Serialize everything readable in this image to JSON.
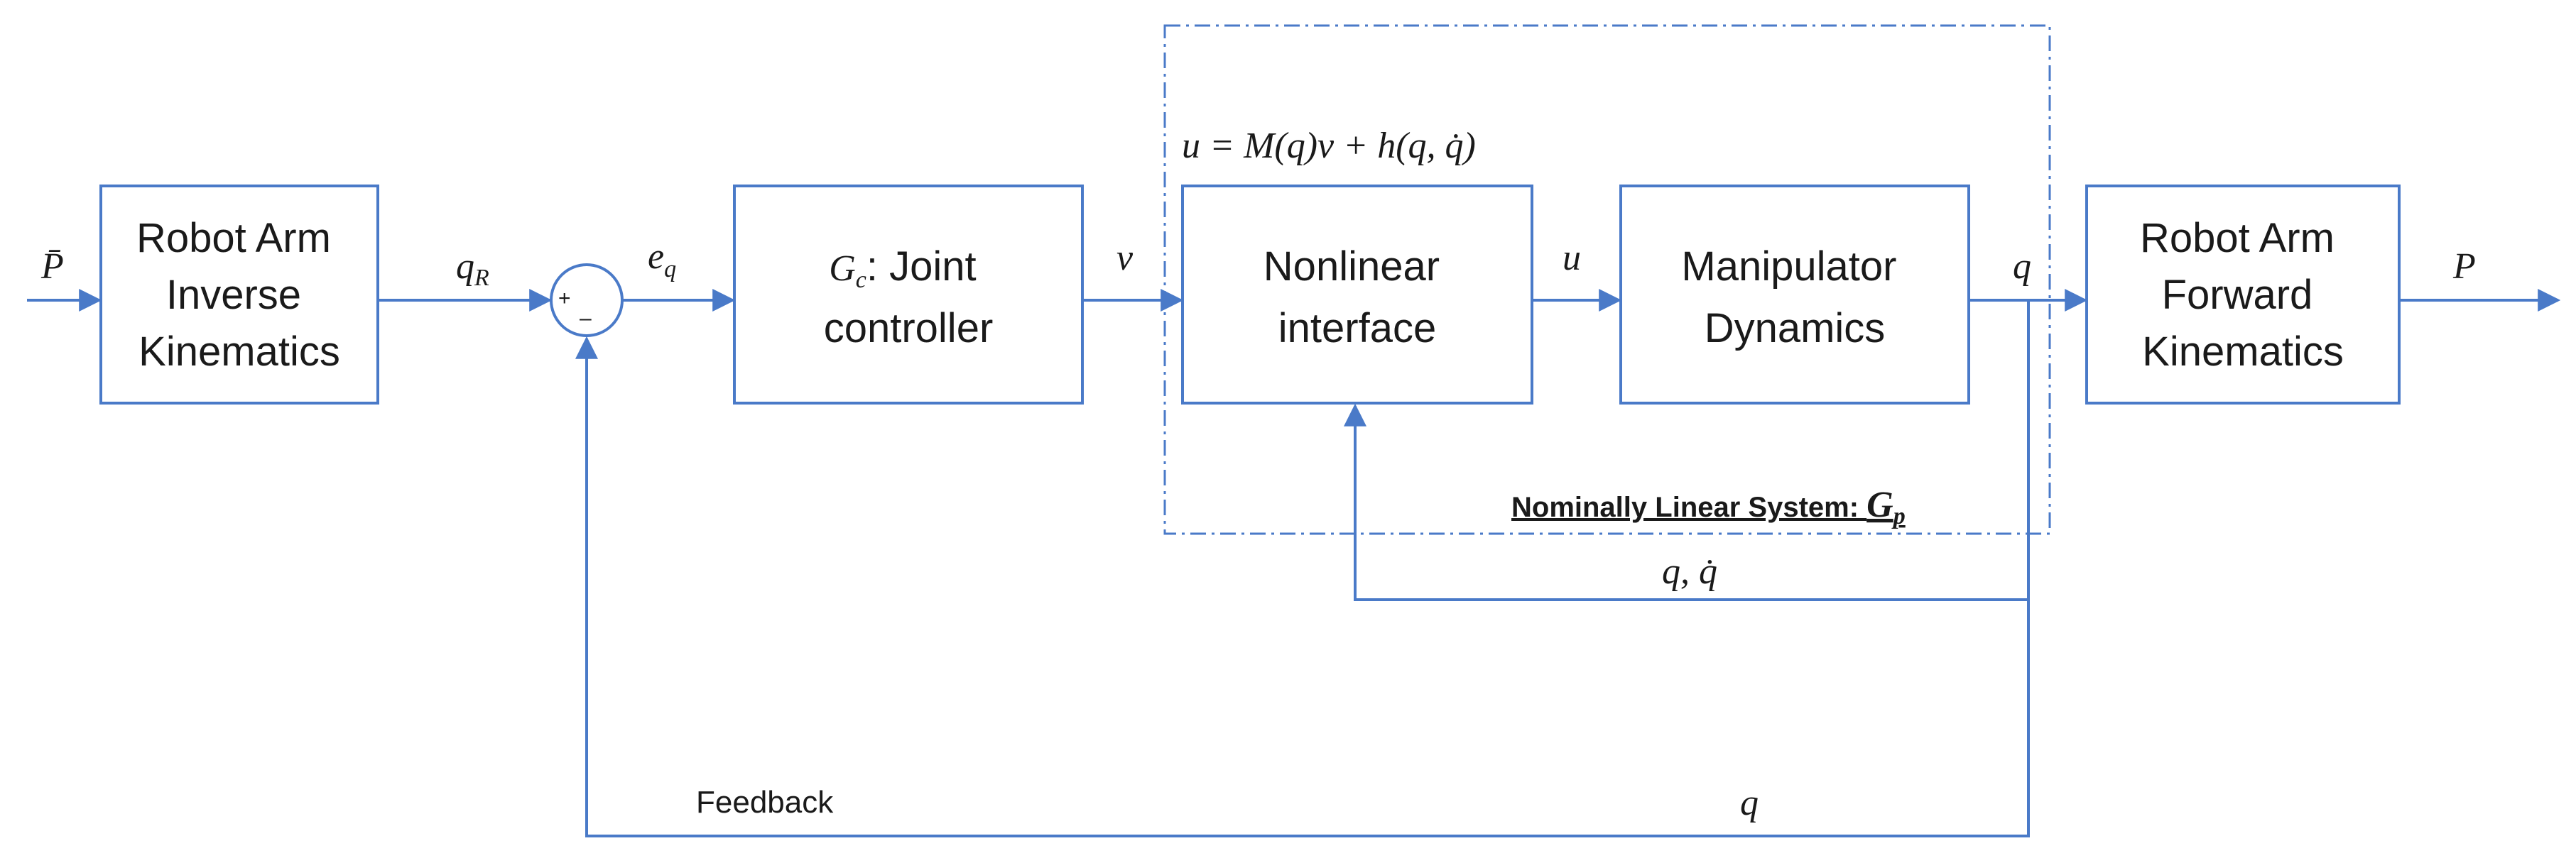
{
  "colors": {
    "line": "#4a7ac8",
    "text": "#1a1a1a"
  },
  "blocks": {
    "inverse_kinematics": [
      "Robot Arm",
      "Inverse",
      "Kinematics"
    ],
    "joint_controller": {
      "symbol": "G",
      "subscript": "c",
      "rest": ": Joint",
      "line2": "controller"
    },
    "nonlinear_interface": [
      "Nonlinear",
      "interface"
    ],
    "manipulator_dynamics": [
      "Manipulator",
      "Dynamics"
    ],
    "forward_kinematics": [
      "Robot Arm",
      "Forward",
      "Kinematics"
    ]
  },
  "signals": {
    "input": "P̄",
    "q_r": {
      "base": "q",
      "sub": "R"
    },
    "e_q": {
      "base": "e",
      "sub": "q"
    },
    "v": "v",
    "u": "u",
    "q": "q",
    "output": "P",
    "q_qdot": "q, q̇",
    "feedback_q": "q"
  },
  "summing_junction": {
    "plus": "+",
    "minus": "–"
  },
  "control_law": "u = M(q)v + h(q, q̇)",
  "subsystem": {
    "label": "Nominally Linear System: ",
    "symbol": "G",
    "subscript": "p"
  },
  "feedback_label": "Feedback"
}
